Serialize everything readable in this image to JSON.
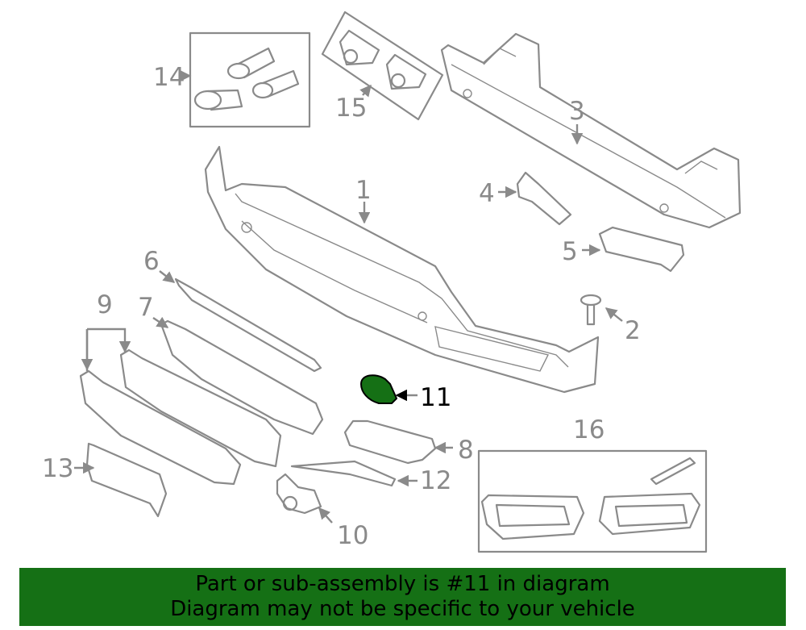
{
  "callouts": [
    "1",
    "2",
    "3",
    "4",
    "5",
    "6",
    "7",
    "8",
    "9",
    "10",
    "11",
    "12",
    "13",
    "14",
    "15",
    "16"
  ],
  "highlight": {
    "number": "11",
    "color": "#157015"
  },
  "banner": {
    "line1": "Part or sub-assembly is #11 in diagram",
    "line2": "Diagram may not be specific to your vehicle",
    "background": "#157015"
  }
}
